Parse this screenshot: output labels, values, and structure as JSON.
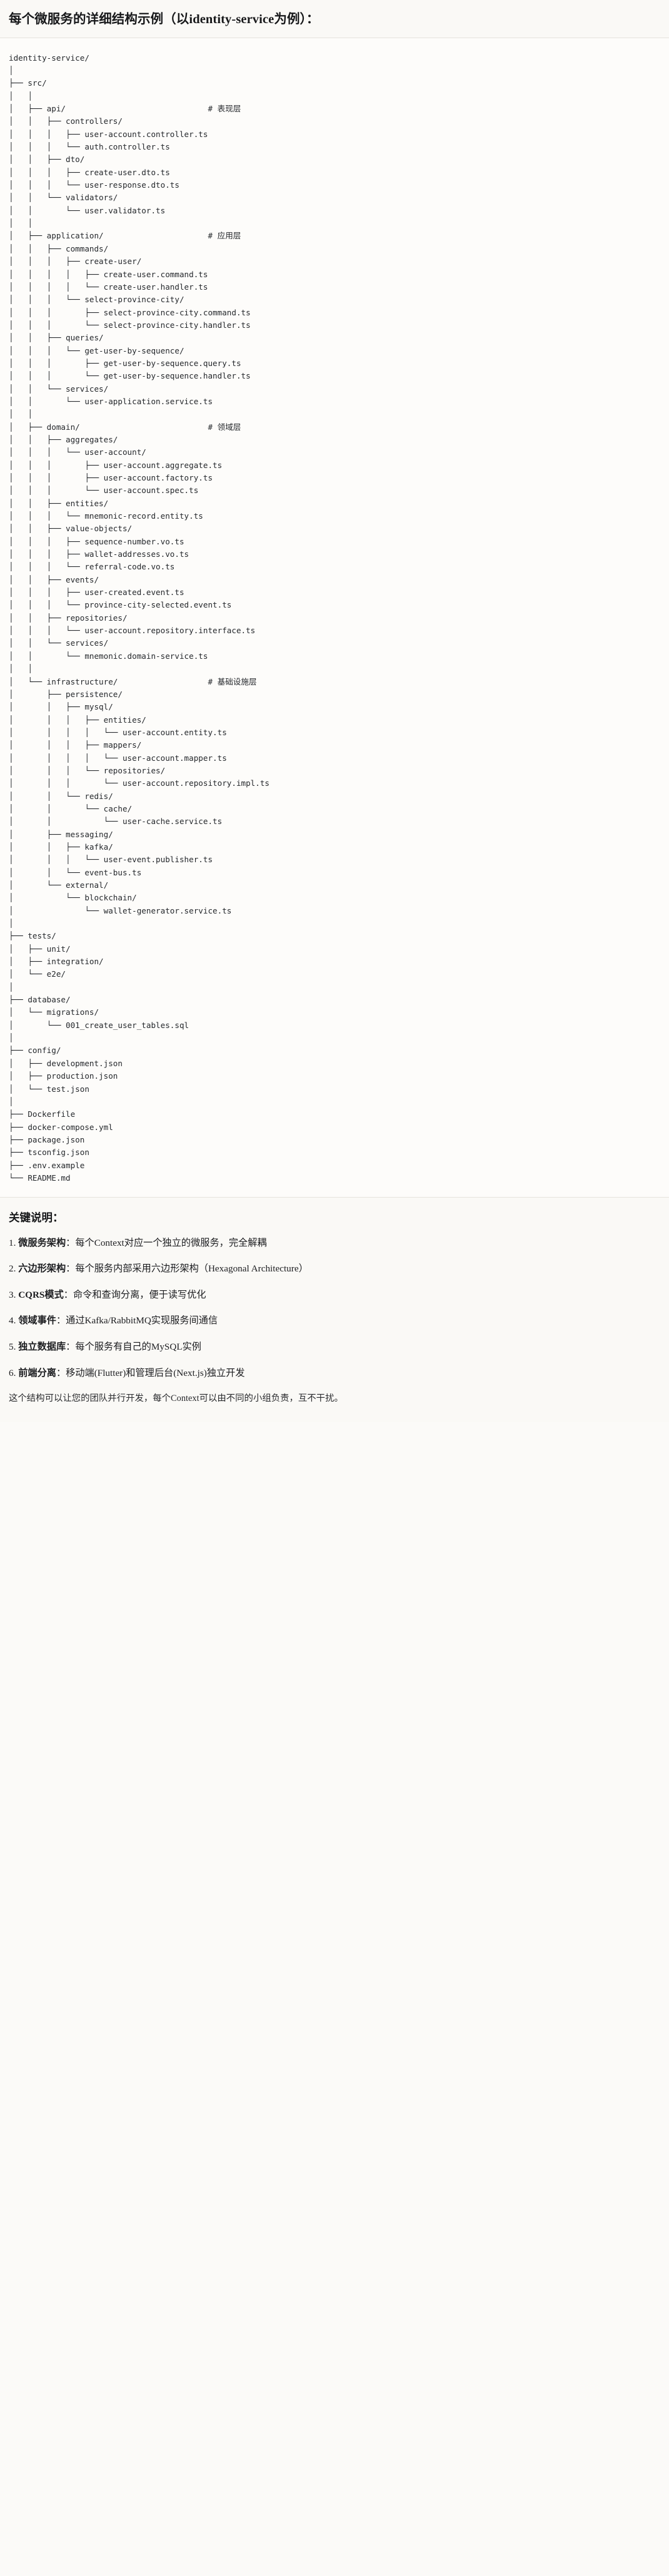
{
  "heading": {
    "text": "每个微服务的详细结构示例（以identity-service为例）："
  },
  "tree": {
    "root": "identity-service/",
    "ascii": "identity-service/\n│\n├── src/\n│   │\n│   ├── api/                              # 表现层\n│   │   ├── controllers/\n│   │   │   ├── user-account.controller.ts\n│   │   │   └── auth.controller.ts\n│   │   ├── dto/\n│   │   │   ├── create-user.dto.ts\n│   │   │   └── user-response.dto.ts\n│   │   └── validators/\n│   │       └── user.validator.ts\n│   │\n│   ├── application/                      # 应用层\n│   │   ├── commands/\n│   │   │   ├── create-user/\n│   │   │   │   ├── create-user.command.ts\n│   │   │   │   └── create-user.handler.ts\n│   │   │   └── select-province-city/\n│   │   │       ├── select-province-city.command.ts\n│   │   │       └── select-province-city.handler.ts\n│   │   ├── queries/\n│   │   │   └── get-user-by-sequence/\n│   │   │       ├── get-user-by-sequence.query.ts\n│   │   │       └── get-user-by-sequence.handler.ts\n│   │   └── services/\n│   │       └── user-application.service.ts\n│   │\n│   ├── domain/                           # 领域层\n│   │   ├── aggregates/\n│   │   │   └── user-account/\n│   │   │       ├── user-account.aggregate.ts\n│   │   │       ├── user-account.factory.ts\n│   │   │       └── user-account.spec.ts\n│   │   ├── entities/\n│   │   │   └── mnemonic-record.entity.ts\n│   │   ├── value-objects/\n│   │   │   ├── sequence-number.vo.ts\n│   │   │   ├── wallet-addresses.vo.ts\n│   │   │   └── referral-code.vo.ts\n│   │   ├── events/\n│   │   │   ├── user-created.event.ts\n│   │   │   └── province-city-selected.event.ts\n│   │   ├── repositories/\n│   │   │   └── user-account.repository.interface.ts\n│   │   └── services/\n│   │       └── mnemonic.domain-service.ts\n│   │\n│   └── infrastructure/                   # 基础设施层\n│       ├── persistence/\n│       │   ├── mysql/\n│       │   │   ├── entities/\n│       │   │   │   └── user-account.entity.ts\n│       │   │   ├── mappers/\n│       │   │   │   └── user-account.mapper.ts\n│       │   │   └── repositories/\n│       │   │       └── user-account.repository.impl.ts\n│       │   └── redis/\n│       │       └── cache/\n│       │           └── user-cache.service.ts\n│       ├── messaging/\n│       │   ├── kafka/\n│       │   │   └── user-event.publisher.ts\n│       │   └── event-bus.ts\n│       └── external/\n│           └── blockchain/\n│               └── wallet-generator.service.ts\n│\n├── tests/\n│   ├── unit/\n│   ├── integration/\n│   └── e2e/\n│\n├── database/\n│   └── migrations/\n│       └── 001_create_user_tables.sql\n│\n├── config/\n│   ├── development.json\n│   ├── production.json\n│   └── test.json\n│\n├── Dockerfile\n├── docker-compose.yml\n├── package.json\n├── tsconfig.json\n├── .env.example\n└── README.md",
    "layer_comments": [
      "# 表现层",
      "# 应用层",
      "# 领域层",
      "# 基础设施层"
    ]
  },
  "notes": {
    "title": "关键说明：",
    "items": [
      {
        "term": "微服务架构",
        "desc": "：每个Context对应一个独立的微服务，完全解耦"
      },
      {
        "term": "六边形架构",
        "desc": "：每个服务内部采用六边形架构（Hexagonal Architecture）"
      },
      {
        "term": "CQRS模式",
        "desc": "：命令和查询分离，便于读写优化"
      },
      {
        "term": "领域事件",
        "desc": "：通过Kafka/RabbitMQ实现服务间通信"
      },
      {
        "term": "独立数据库",
        "desc": "：每个服务有自己的MySQL实例"
      },
      {
        "term": "前端分离",
        "desc": "：移动端(Flutter)和管理后台(Next.js)独立开发"
      }
    ],
    "closing": "这个结构可以让您的团队并行开发，每个Context可以由不同的小组负责，互不干扰。"
  }
}
